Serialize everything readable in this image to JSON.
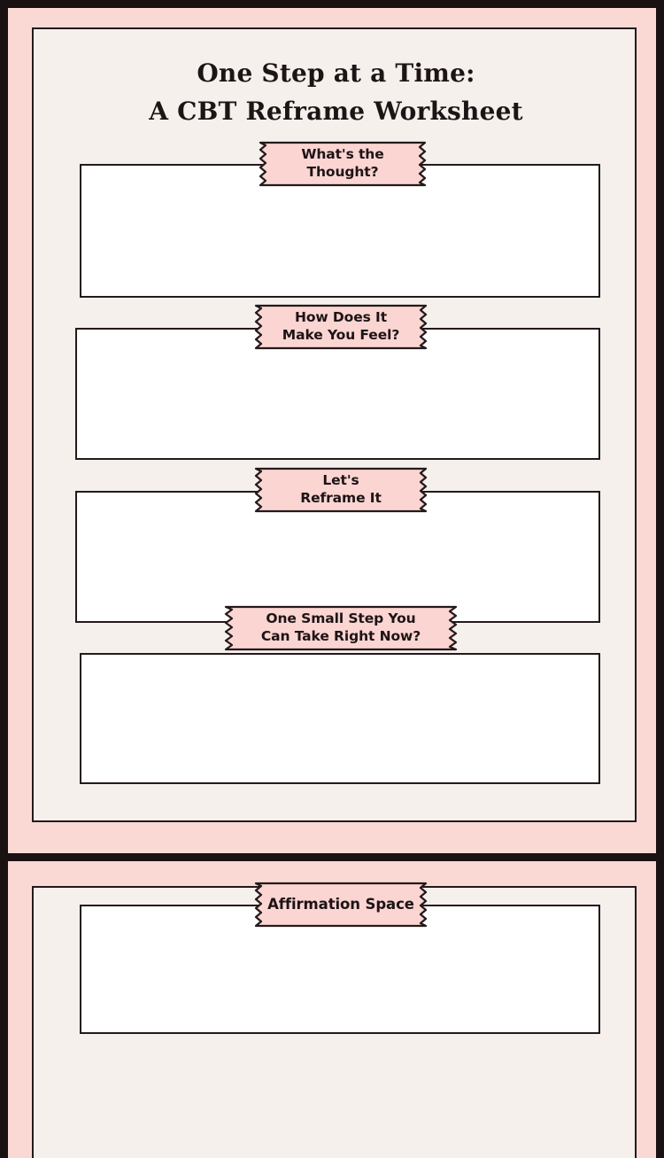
{
  "document": {
    "type": "worksheet",
    "title_lines": [
      "One Step at a Time:",
      "A CBT Reframe Worksheet"
    ],
    "page_count": 2
  },
  "colors": {
    "outer_border": "#1a1113",
    "page_margin_pink": "#fad8d4",
    "panel_cream": "#f5f0ec",
    "banner_pink": "#fbd5d2",
    "answer_box": "#ffffff",
    "ink": "#1d1416"
  },
  "page1": {
    "sections": [
      {
        "id": "thought",
        "banner_lines": [
          "What's the",
          "Thought?"
        ],
        "answer_value": "",
        "answer_placeholder": ""
      },
      {
        "id": "feeling",
        "banner_lines": [
          "How Does It",
          "Make You Feel?"
        ],
        "answer_value": "",
        "answer_placeholder": ""
      },
      {
        "id": "reframe",
        "banner_lines": [
          "Let's",
          "Reframe It"
        ],
        "answer_value": "",
        "answer_placeholder": ""
      },
      {
        "id": "small-step",
        "banner_lines": [
          "One Small Step You",
          "Can Take Right Now?"
        ],
        "answer_value": "",
        "answer_placeholder": ""
      }
    ]
  },
  "page2": {
    "sections": [
      {
        "id": "affirmation",
        "banner_lines": [
          "Affirmation Space"
        ],
        "answer_value": "",
        "answer_placeholder": ""
      }
    ]
  }
}
